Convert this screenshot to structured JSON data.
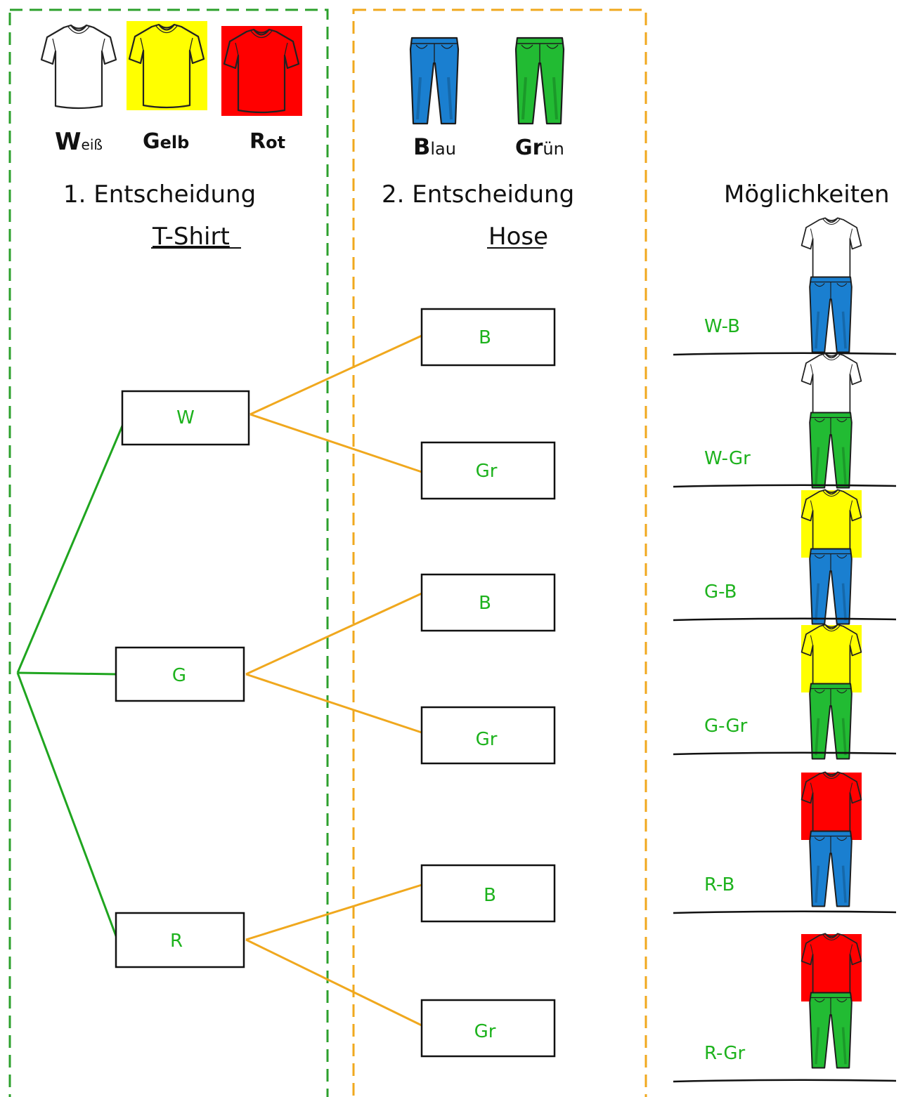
{
  "tshirt_column": {
    "colors": [
      {
        "initial": "W",
        "rest": "eiß",
        "hex": "#ffffff"
      },
      {
        "initial": "G",
        "rest": "elb",
        "hex": "#ffff00"
      },
      {
        "initial": "R",
        "rest": "ot",
        "hex": "#ff0000"
      }
    ],
    "heading": "1. Entscheidung",
    "subheading": "T-Shirt",
    "frame_color": "#2ca02c"
  },
  "pants_column": {
    "colors": [
      {
        "initial": "B",
        "rest": "lau",
        "hex": "#1a7fd0"
      },
      {
        "initial": "Gr",
        "rest": "ün",
        "hex": "#22bb33"
      }
    ],
    "heading": "2. Entscheidung",
    "subheading": "Hose",
    "frame_color": "#f0a81e"
  },
  "tree": {
    "level1": [
      "W",
      "G",
      "R"
    ],
    "level2": [
      "B",
      "Gr",
      "B",
      "Gr",
      "B",
      "Gr"
    ],
    "level1_line_color": "#1fa51f",
    "level2_line_color": "#f0a81e",
    "label_color": "#1db21d"
  },
  "possibilities": {
    "heading": "Möglichkeiten",
    "items": [
      {
        "label": "W-B",
        "shirt_hex": "#ffffff",
        "pants_hex": "#1a7fd0"
      },
      {
        "label": "W-Gr",
        "shirt_hex": "#ffffff",
        "pants_hex": "#22bb33"
      },
      {
        "label": "G-B",
        "shirt_hex": "#ffff00",
        "pants_hex": "#1a7fd0"
      },
      {
        "label": "G-Gr",
        "shirt_hex": "#ffff00",
        "pants_hex": "#22bb33"
      },
      {
        "label": "R-B",
        "shirt_hex": "#ff0000",
        "pants_hex": "#1a7fd0"
      },
      {
        "label": "R-Gr",
        "shirt_hex": "#ff0000",
        "pants_hex": "#22bb33"
      }
    ]
  }
}
